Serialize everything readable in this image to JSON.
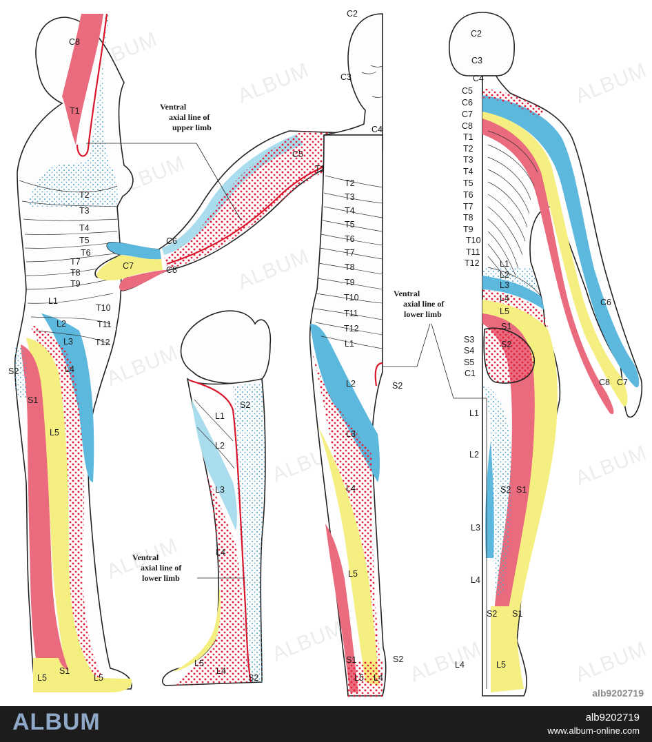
{
  "colors": {
    "red": "#ea6a7e",
    "yellow": "#f5ef82",
    "blue": "#5db8de",
    "lightblue": "#a9dced",
    "line": "#d9162b"
  },
  "captions": {
    "upper_1": "Ventral",
    "upper_2": "axial line of",
    "upper_3": "upper limb",
    "lower_a_1": "Ventral",
    "lower_a_2": "axial line of",
    "lower_a_3": "lower limb",
    "lower_b_1": "Ventral",
    "lower_b_2": "axial line of",
    "lower_b_3": "lower limb"
  },
  "labels": {
    "side": [
      "C8",
      "T1",
      "T2",
      "T3",
      "T4",
      "T5",
      "T6",
      "T7",
      "T8",
      "T9",
      "L1",
      "L2",
      "L3",
      "L4",
      "T10",
      "T11",
      "T12",
      "S2",
      "S1",
      "L5",
      "L5",
      "S1",
      "L5"
    ],
    "arm": [
      "C5",
      "T1",
      "C6",
      "C7",
      "C8"
    ],
    "front": [
      "C2",
      "C3",
      "C4",
      "T2",
      "T3",
      "T4",
      "T5",
      "T6",
      "T7",
      "T8",
      "T9",
      "T10",
      "T11",
      "T12",
      "L1",
      "L2",
      "S2",
      "L3",
      "L4",
      "L5",
      "S1",
      "S2",
      "L5",
      "L4"
    ],
    "leg": [
      "S2",
      "L1",
      "L2",
      "L3",
      "L4",
      "L5",
      "L4",
      "S2"
    ],
    "back": [
      "C2",
      "C3",
      "C4",
      "C5",
      "C6",
      "C7",
      "C8",
      "T1",
      "T2",
      "T3",
      "T4",
      "T5",
      "T6",
      "T7",
      "T8",
      "T9",
      "T10",
      "T11",
      "T12",
      "L1",
      "L2",
      "L3",
      "L4",
      "L5",
      "S1",
      "S3",
      "S4",
      "S5",
      "C1",
      "S2",
      "L1",
      "L2",
      "S2",
      "S1",
      "L3",
      "L4",
      "S2",
      "S1",
      "L4",
      "L5",
      "C6",
      "C8",
      "C7"
    ]
  },
  "watermark": "ALBUM",
  "credit_id": "alb9202719",
  "footer": {
    "brand": "ALBUM",
    "ref": "alb9202719",
    "site": "www.album-online.com"
  }
}
